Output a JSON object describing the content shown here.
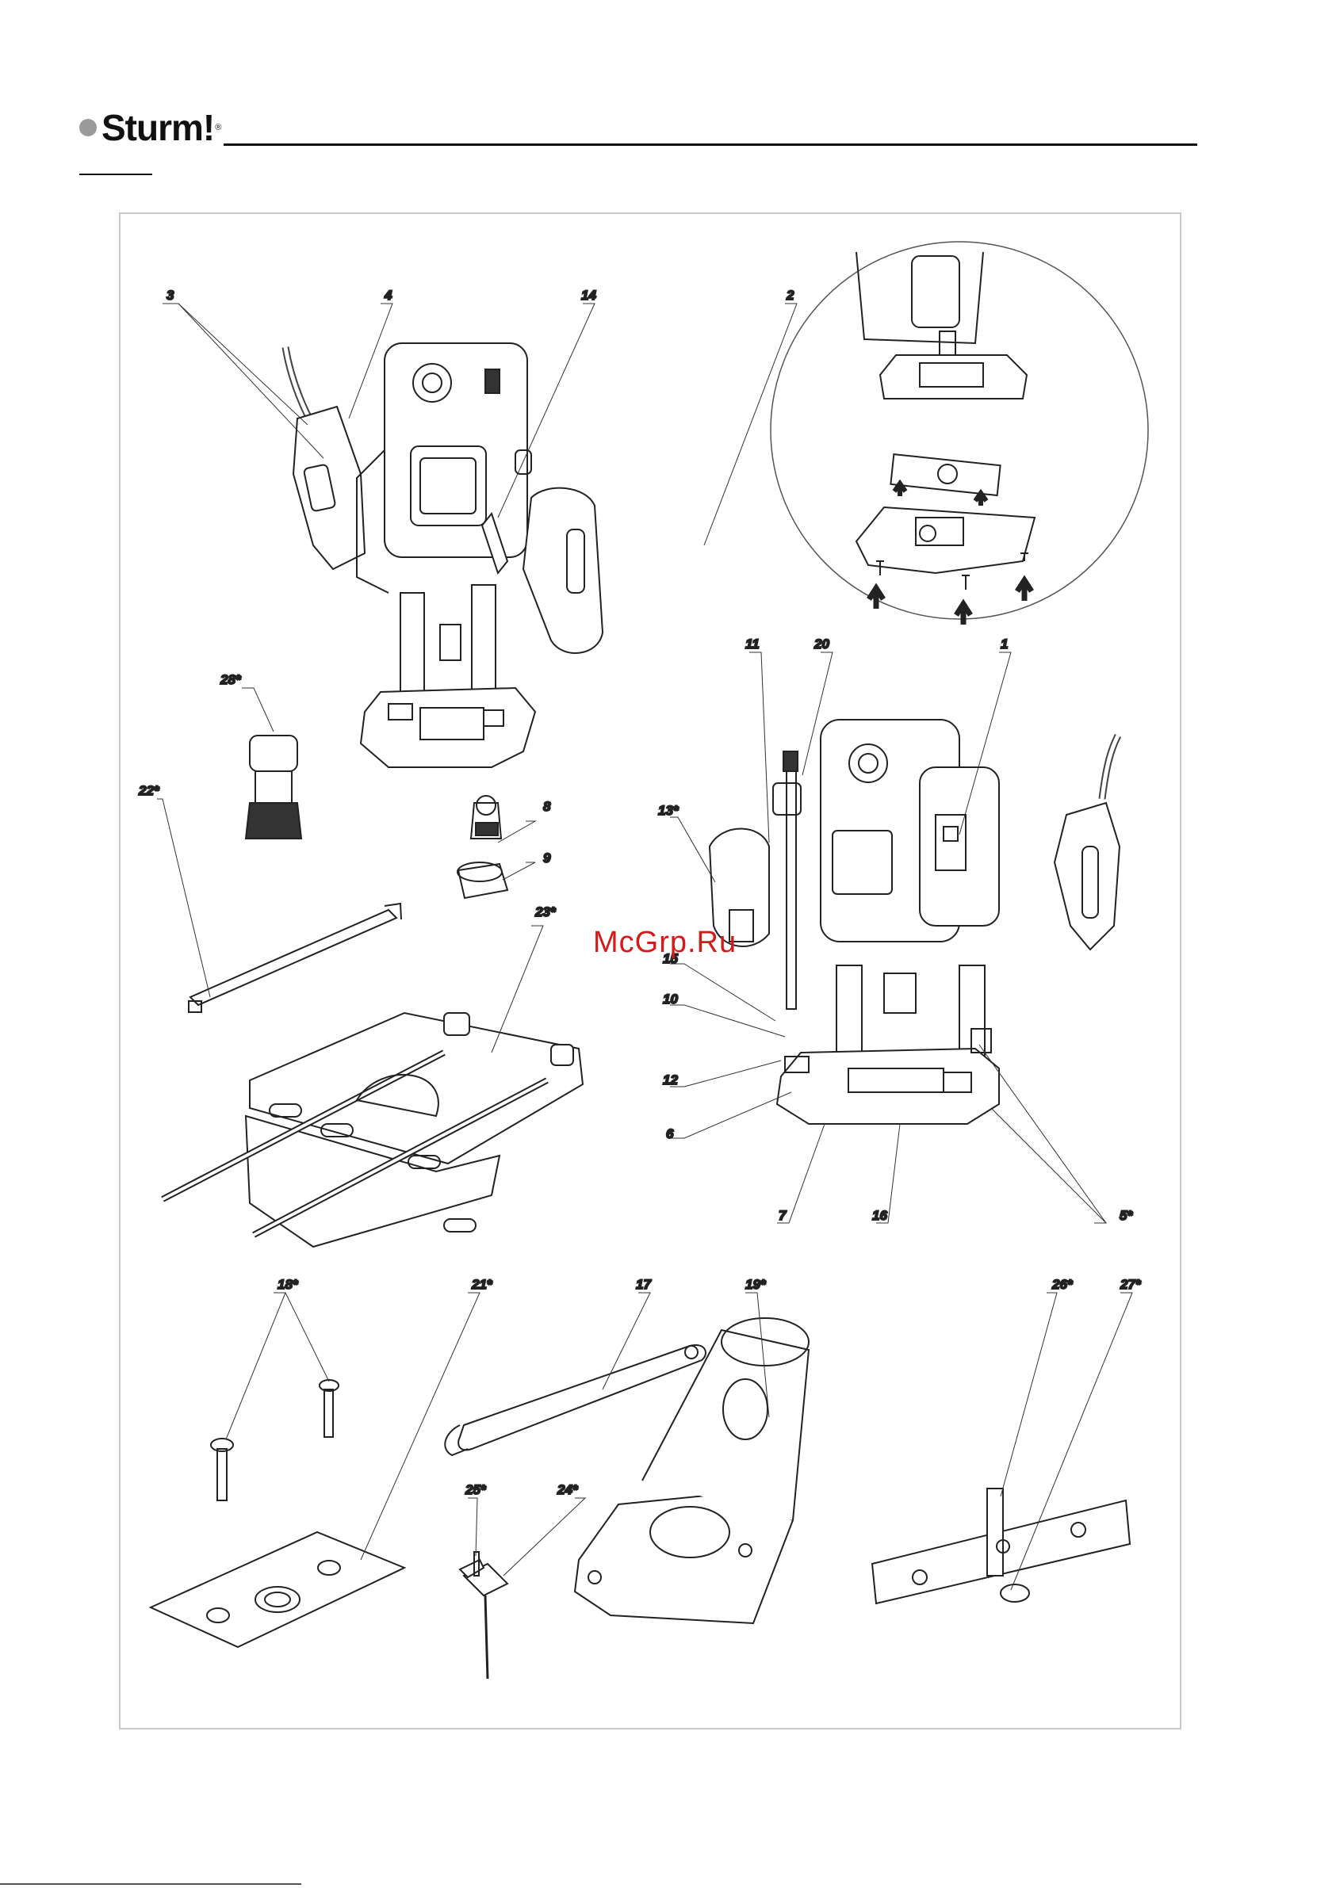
{
  "header": {
    "brand": "Sturm!",
    "brand_reg": "®"
  },
  "watermark": "McGrp.Ru",
  "callouts": {
    "c3": "3",
    "c4": "4",
    "c14": "14",
    "c2": "2",
    "c11": "11",
    "c20": "20",
    "c1": "1",
    "c28": "28*",
    "c22": "22*",
    "c8": "8",
    "c9": "9",
    "c23": "23*",
    "c13": "13*",
    "c15": "15",
    "c10": "10",
    "c12": "12",
    "c6": "6",
    "c7": "7",
    "c16": "16",
    "c5": "5*",
    "c18": "18*",
    "c21": "21*",
    "c17": "17",
    "c19": "19*",
    "c25": "25*",
    "c24": "24*",
    "c26": "26*",
    "c27": "27*"
  },
  "colors": {
    "line": "#222222",
    "accent_watermark": "#d21c1c",
    "logo_dot": "#9a9a9a"
  }
}
